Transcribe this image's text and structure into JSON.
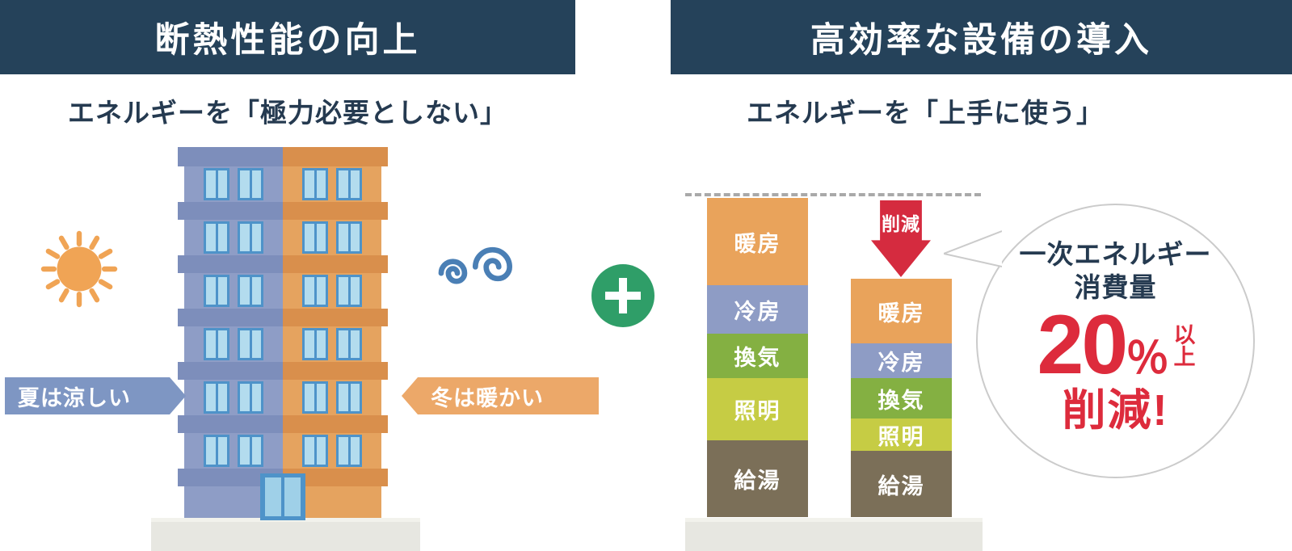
{
  "colors": {
    "header_bg": "#25425a",
    "text_navy": "#253a50",
    "accent_red": "#dd2b3c",
    "plus_green": "#2f9e68",
    "summer_blue": "#7e96c3",
    "winter_orange": "#eca869",
    "sun_orange": "#f0a455",
    "wind_blue": "#4a7fb5"
  },
  "icons": {
    "sun": "sun-icon",
    "wind": "wind-swirl-icon",
    "plus": "plus-icon",
    "reduction_arrow": "arrow-down-icon"
  },
  "left_panel": {
    "header": "断熱性能の向上",
    "subtitle": "エネルギーを「極力必要としない」",
    "summer_badge": "夏は涼しい",
    "winter_badge": "冬は暖かい"
  },
  "right_panel": {
    "header": "高効率な設備の導入",
    "subtitle": "エネルギーを「上手に使う」",
    "reduction_arrow_label": "削減",
    "bars": {
      "before": [
        {
          "label": "暖房",
          "color": "#e9a35b",
          "height": 108
        },
        {
          "label": "冷房",
          "color": "#8e9cc5",
          "height": 60
        },
        {
          "label": "換気",
          "color": "#84b042",
          "height": 55
        },
        {
          "label": "照明",
          "color": "#c6cc44",
          "height": 77
        },
        {
          "label": "給湯",
          "color": "#7b6f58",
          "height": 95
        }
      ],
      "after": [
        {
          "label": "暖房",
          "color": "#e9a35b",
          "height": 80
        },
        {
          "label": "冷房",
          "color": "#8e9cc5",
          "height": 43
        },
        {
          "label": "換気",
          "color": "#84b042",
          "height": 50
        },
        {
          "label": "照明",
          "color": "#c6cc44",
          "height": 40
        },
        {
          "label": "給湯",
          "color": "#7b6f58",
          "height": 82
        }
      ]
    },
    "bubble": {
      "line1": "一次エネルギー",
      "line2": "消費量",
      "number": "20",
      "percent_sign": "％",
      "over": "以上",
      "cut": "削減!"
    }
  }
}
